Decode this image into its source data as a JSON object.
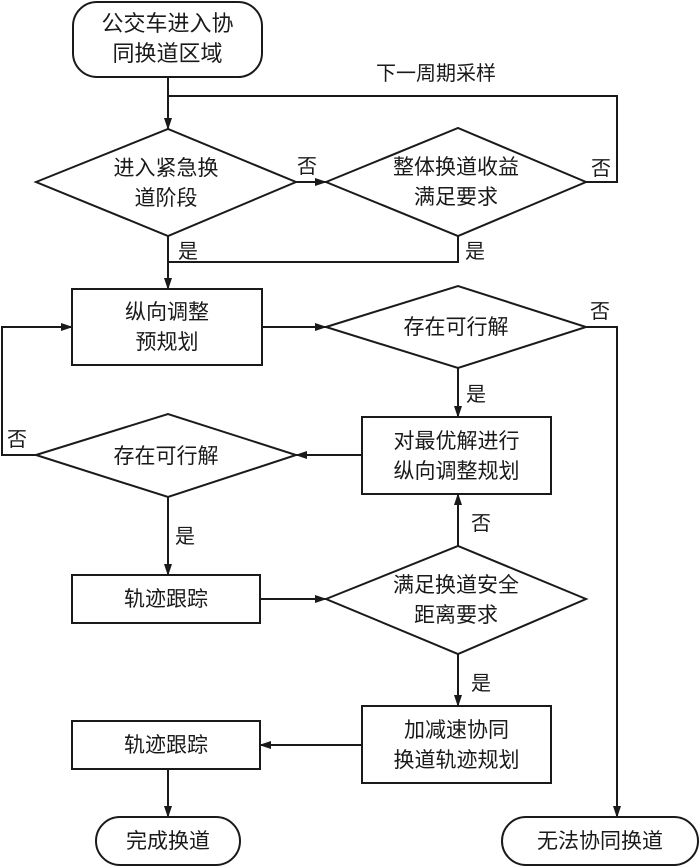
{
  "diagram": {
    "type": "flowchart",
    "nodes": {
      "start": {
        "shape": "terminal",
        "text": "公交车进入协\n同换道区域"
      },
      "emergency": {
        "shape": "decision",
        "text": "进入紧急换\n道阶段"
      },
      "benefit": {
        "shape": "decision",
        "text": "整体换道收益\n满足要求"
      },
      "pre_plan": {
        "shape": "process",
        "text": "纵向调整\n预规划"
      },
      "feasible_right": {
        "shape": "decision",
        "text": "存在可行解"
      },
      "optimal_plan": {
        "shape": "process",
        "text": "对最优解进行\n纵向调整规划"
      },
      "feasible_left": {
        "shape": "decision",
        "text": "存在可行解"
      },
      "track1": {
        "shape": "process",
        "text": "轨迹跟踪"
      },
      "safety": {
        "shape": "decision",
        "text": "满足换道安全\n距离要求"
      },
      "accel_plan": {
        "shape": "process",
        "text": "加减速协同\n换道轨迹规划"
      },
      "track2": {
        "shape": "process",
        "text": "轨迹跟踪"
      },
      "done": {
        "shape": "terminal",
        "text": "完成换道"
      },
      "fail": {
        "shape": "terminal",
        "text": "无法协同换道"
      }
    },
    "labels": {
      "next_cycle": "下一周期采样",
      "yes": "是",
      "no": "否"
    },
    "edges": [
      {
        "from": "start",
        "to": "emergency",
        "label": ""
      },
      {
        "from": "emergency",
        "to": "benefit",
        "label": "否"
      },
      {
        "from": "benefit",
        "to": "emergency",
        "label": "否",
        "note": "下一周期采样"
      },
      {
        "from": "emergency",
        "to": "pre_plan",
        "label": "是"
      },
      {
        "from": "benefit",
        "to": "pre_plan",
        "label": "是"
      },
      {
        "from": "pre_plan",
        "to": "feasible_right",
        "label": ""
      },
      {
        "from": "feasible_right",
        "to": "optimal_plan",
        "label": "是"
      },
      {
        "from": "feasible_right",
        "to": "fail",
        "label": "否"
      },
      {
        "from": "optimal_plan",
        "to": "feasible_left",
        "label": ""
      },
      {
        "from": "feasible_left",
        "to": "pre_plan",
        "label": "否"
      },
      {
        "from": "feasible_left",
        "to": "track1",
        "label": "是"
      },
      {
        "from": "track1",
        "to": "safety",
        "label": ""
      },
      {
        "from": "safety",
        "to": "optimal_plan",
        "label": "否"
      },
      {
        "from": "safety",
        "to": "accel_plan",
        "label": "是"
      },
      {
        "from": "accel_plan",
        "to": "track2",
        "label": ""
      },
      {
        "from": "track2",
        "to": "done",
        "label": ""
      }
    ]
  }
}
